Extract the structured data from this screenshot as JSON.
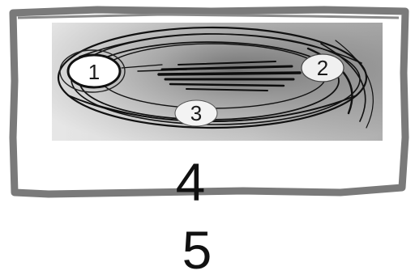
{
  "labels": {
    "one": "1",
    "two": "2",
    "three": "3",
    "four": "4",
    "five": "5"
  },
  "colors": {
    "frame": "#7a7a7a",
    "background": "#ffffff",
    "sketch_fill": "#c9c9c9",
    "sketch_ink": "#111111"
  }
}
